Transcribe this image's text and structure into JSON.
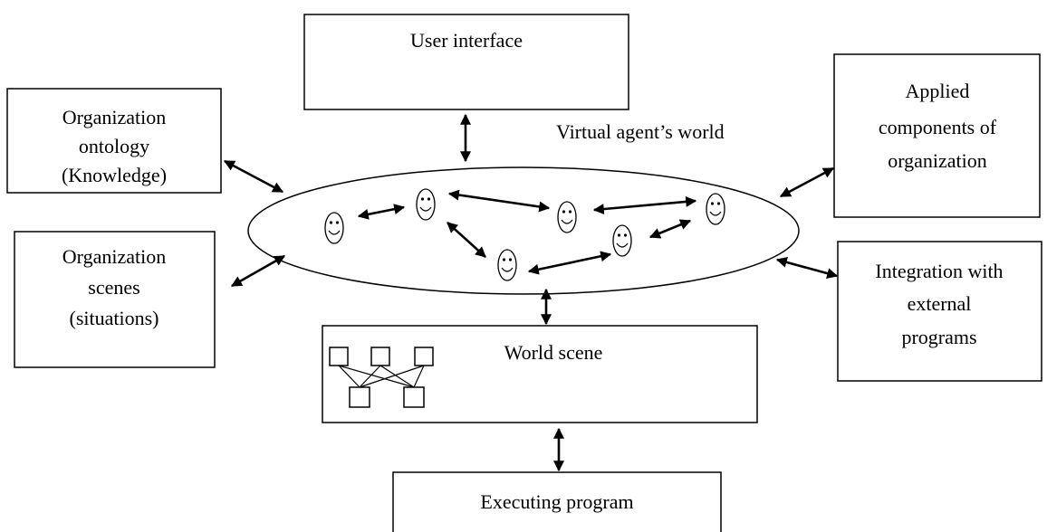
{
  "diagram": {
    "user_interface": {
      "label": "User interface"
    },
    "organization_ontology": {
      "lines": [
        "Organization",
        "ontology",
        "(Knowledge)"
      ]
    },
    "organization_scenes": {
      "lines": [
        "Organization",
        "scenes",
        "(situations)"
      ]
    },
    "applied_components": {
      "lines": [
        "Applied",
        "components of",
        "organization"
      ]
    },
    "integration": {
      "lines": [
        "Integration with",
        "external",
        "programs"
      ]
    },
    "virtual_world": {
      "label": "Virtual agent’s world"
    },
    "world_scene": {
      "label": "World scene"
    },
    "executing_program": {
      "label": "Executing program"
    }
  },
  "colors": {
    "stroke": "#000000",
    "background": "#ffffff"
  }
}
